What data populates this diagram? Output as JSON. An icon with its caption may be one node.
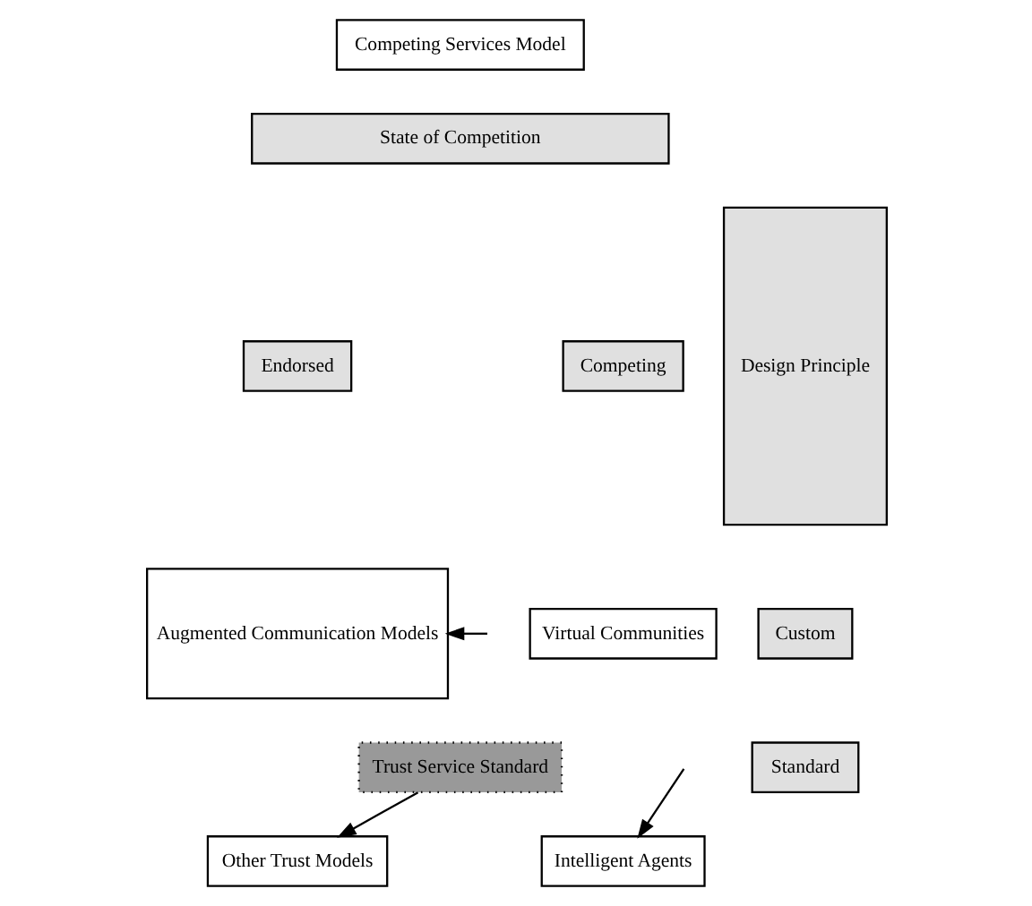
{
  "diagram": {
    "nodes": [
      {
        "text": [
          "Competing Services Model"
        ]
      },
      {
        "text": [
          "State of Competition"
        ]
      },
      {
        "text": [
          "Endorsed"
        ]
      },
      {
        "text": [
          "Competing"
        ]
      },
      {
        "text": [
          "Design Principle"
        ]
      },
      {
        "text": [
          "Custom"
        ]
      },
      {
        "text": [
          "Standard"
        ]
      },
      {
        "text": [
          "Augmented Communication Models"
        ]
      },
      {
        "text": [
          "Virtual Communities"
        ]
      },
      {
        "text": [
          "Other Trust Models"
        ]
      },
      {
        "text": [
          "Intelligent Agents"
        ]
      },
      {
        "text": [
          "Trust Service Standard"
        ]
      }
    ],
    "edges": [
      {
        "from": null,
        "to": 7,
        "arrow": "to"
      },
      {
        "from": 11,
        "to": 9,
        "arrow": "to"
      },
      {
        "from": null,
        "to": 10,
        "arrow": "to"
      }
    ]
  }
}
